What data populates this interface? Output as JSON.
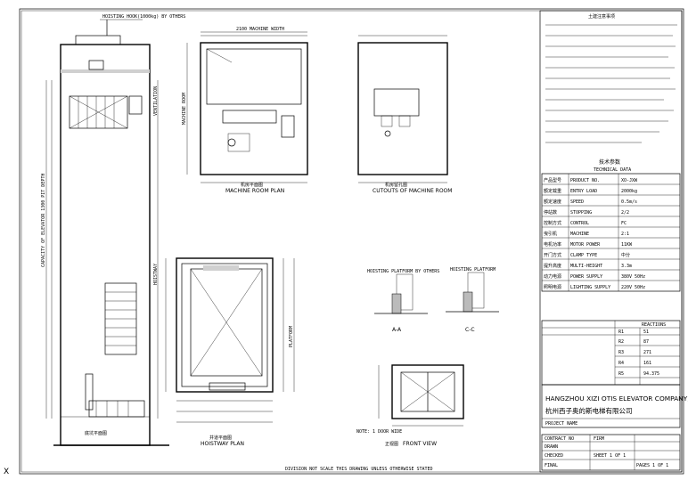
{
  "drawing": {
    "plans": {
      "machine_room_plan": "MACHINE ROOM PLAN",
      "cutouts": "CUTOUTS OF MACHINE ROOM",
      "hoistway_plan": "HOISTWAY PLAN",
      "front_view": "FRONT VIEW",
      "section_a": "A-A",
      "section_c": "C-C"
    },
    "hoist_hook": "HOISTING HOOK(1000kg)\nBY OTHERS",
    "vent_label": "VENTILATION",
    "footer_note": "DIVISION NOT SCALE THIS DRAWING UNLESS OTHERWISE STATED"
  },
  "title_block": {
    "notes_heading": "土建注意事项",
    "tech_heading": "技术参数",
    "tech_heading_en": "TECHNICAL DATA",
    "rows": [
      {
        "cn": "产品型号",
        "en": "PRODUCT NO.",
        "val": "XO-JXW"
      },
      {
        "cn": "额定载重",
        "en": "ENTRY LOAD",
        "val": "2000kg"
      },
      {
        "cn": "额定速度",
        "en": "SPEED",
        "val": "0.5m/s"
      },
      {
        "cn": "停站数",
        "en": "STOPPING",
        "val": "2/2"
      },
      {
        "cn": "控制方式",
        "en": "CONTROL",
        "val": "FC"
      },
      {
        "cn": "曳引机",
        "en": "MACHINE",
        "val": "2:1"
      },
      {
        "cn": "电机功率",
        "en": "MOTOR POWER",
        "val": "11KW"
      },
      {
        "cn": "开门方式",
        "en": "CLAMP TYPE",
        "val": "中分"
      },
      {
        "cn": "提升高度",
        "en": "MULTI-HEIGHT",
        "val": "3.3m"
      },
      {
        "cn": "动力电源",
        "en": "POWER SUPPLY",
        "val": "380V 50Hz"
      },
      {
        "cn": "照明电源",
        "en": "LIGHTING SUPPLY",
        "val": "220V 50Hz"
      }
    ],
    "reactions_heading": "REACTIONS",
    "reactions": [
      {
        "k": "R1",
        "v": "51"
      },
      {
        "k": "R2",
        "v": "87"
      },
      {
        "k": "R3",
        "v": "271"
      },
      {
        "k": "R4",
        "v": "161"
      },
      {
        "k": "R5",
        "v": "94.375"
      }
    ],
    "company_en": "HANGZHOU XIZI OTIS ELEVATOR COMPANY, LTD.",
    "company_cn": "杭州西子奥的斯电梯有限公司",
    "project_name": "PROJECT NAME",
    "contract_no": "CONTRACT NO",
    "firm": "FIRM",
    "drawn": "DRAWN",
    "checked": "CHECKED",
    "final": "FINAL",
    "sheet": "SHEET 1 OF 1",
    "pages": "PAGES 1 OF 1"
  },
  "corner_mark": "X"
}
